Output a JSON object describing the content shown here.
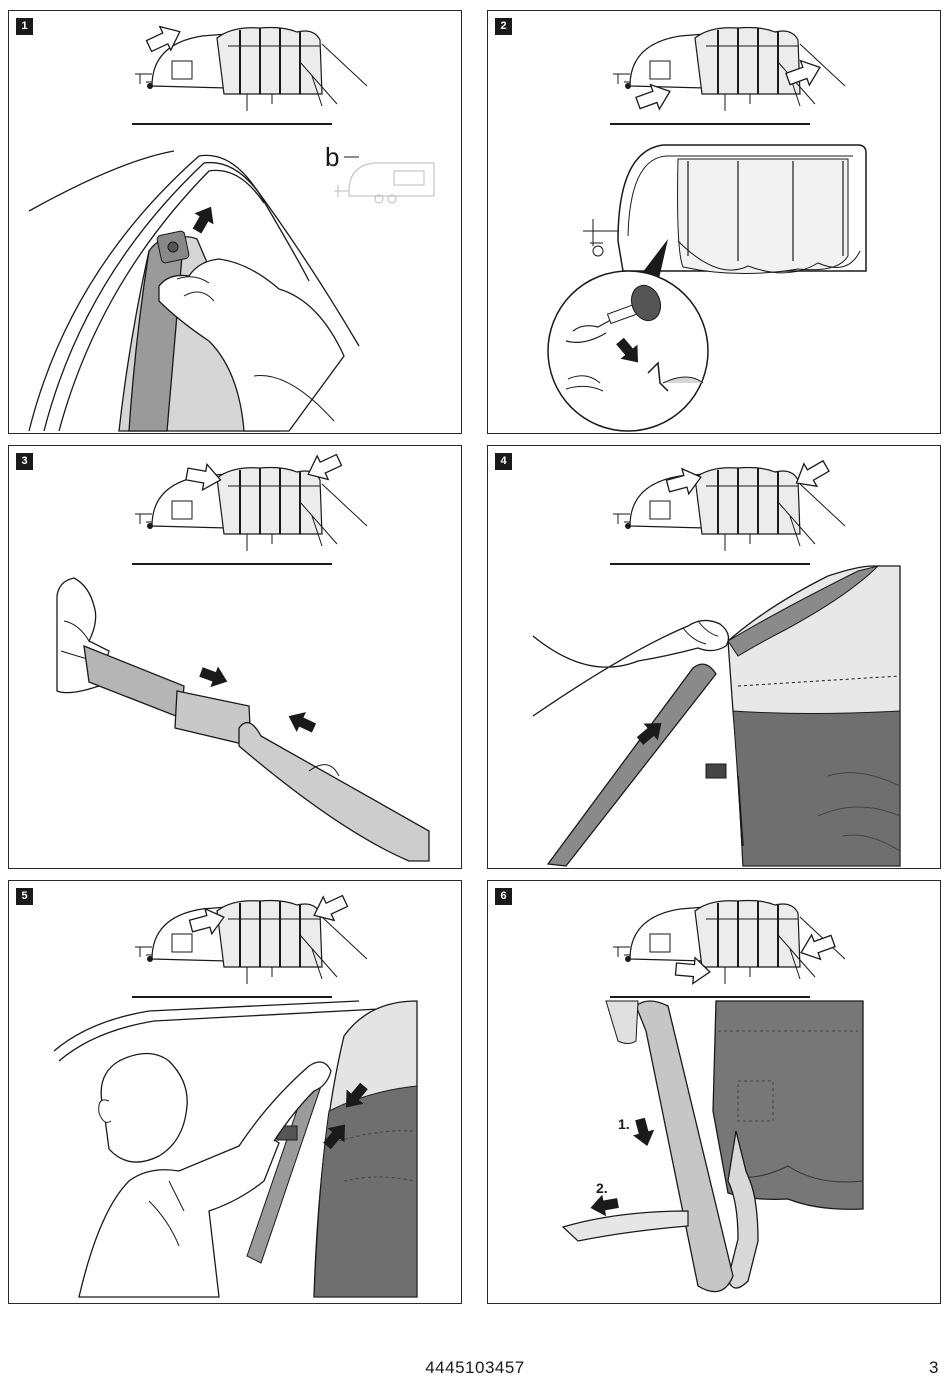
{
  "steps": [
    {
      "number": "1",
      "letter": "b"
    },
    {
      "number": "2"
    },
    {
      "number": "3"
    },
    {
      "number": "4"
    },
    {
      "number": "5"
    },
    {
      "number": "6",
      "labels": [
        "1.",
        "2."
      ]
    }
  ],
  "footer": {
    "doc_code": "4445103457",
    "page_number": "3"
  },
  "colors": {
    "ink": "#1a1a1a",
    "fabric_dark": "#6d6d6d",
    "fabric_mid": "#9a9a9a",
    "fabric_light": "#d9d9d9"
  }
}
